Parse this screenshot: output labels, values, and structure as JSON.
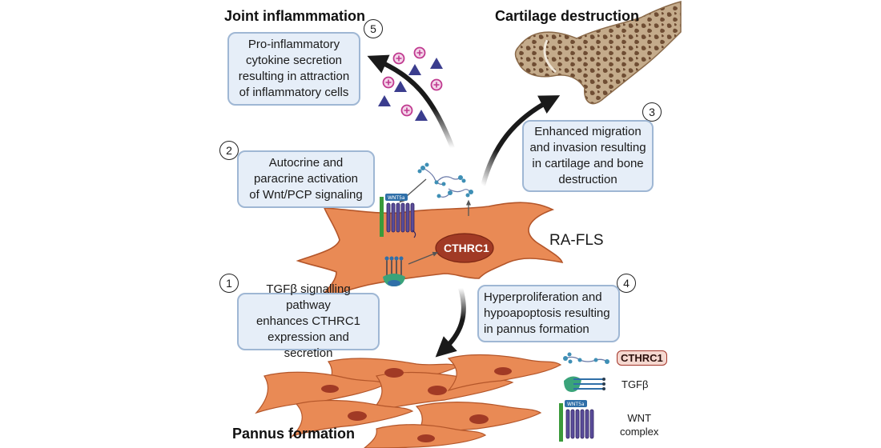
{
  "headings": {
    "joint": "Joint inflammmation",
    "cartilage": "Cartilage destruction",
    "pannus": "Pannus formation"
  },
  "steps": {
    "s1": {
      "number": "1",
      "text": "TGFβ signalling pathway\nenhances CTHRC1\nexpression and secretion"
    },
    "s2": {
      "number": "2",
      "text": "Autocrine and\nparacrine activation\nof Wnt/PCP signaling"
    },
    "s3": {
      "number": "3",
      "text": "Enhanced migration\nand invasion resulting\nin cartilage and bone\ndestruction"
    },
    "s4": {
      "number": "4",
      "text": "Hyperproliferation and\nhypoapoptosis resulting\nin pannus formation"
    },
    "s5": {
      "number": "5",
      "text": "Pro-inflammatory\ncytokine secretion\nresulting in attraction\nof inflammatory cells"
    }
  },
  "cell": {
    "label": "RA-FLS",
    "nucleus_label": "CTHRC1",
    "receptor_tag": "WNT5a"
  },
  "legend": {
    "cthrc1": "CTHRC1",
    "tgfb": "TGFβ",
    "wnt": "WNT\ncomplex",
    "wnt_tag": "WNT5a"
  },
  "colors": {
    "cell_fill": "#e98a55",
    "cell_stroke": "#b4562a",
    "nucleus_fill": "#a13a25",
    "box_fill": "#e6eef8",
    "box_stroke": "#9fb7d4",
    "bone_fill": "#c4ab8b",
    "bone_pattern": "#6f4d33",
    "cytokine_triangle": "#3b3d8e",
    "cytokine_circle": "#c0398f",
    "receptor_purple": "#5a4c9a",
    "membrane_green": "#3a9a3a",
    "arrow": "#1a1a1a"
  }
}
